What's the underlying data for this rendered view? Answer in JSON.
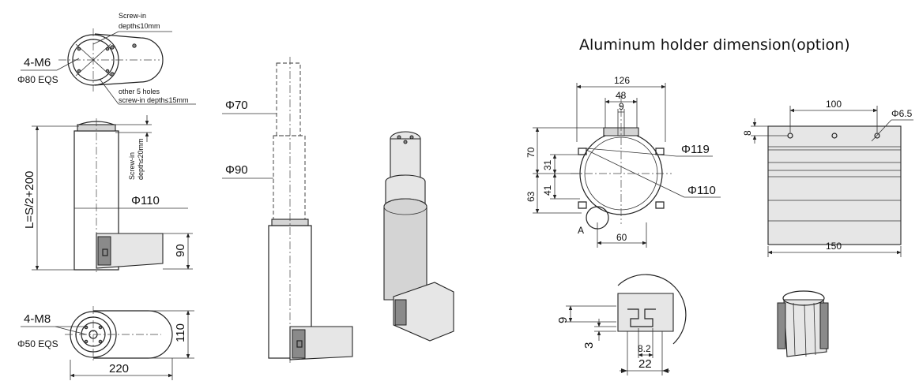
{
  "title": "Aluminum holder dimension(option)",
  "top_view": {
    "thread_label": "4-M6",
    "size_label": "Φ80  EQS",
    "note_top_line1": "Screw-in",
    "note_top_line2": "depth≤10mm",
    "note_bottom_line1": "other 5 holes",
    "note_bottom_line2": "screw-in depth≤15mm"
  },
  "side_view": {
    "length_label": "L=S/2+200",
    "diameter_label": "Φ110",
    "motor_height": "90",
    "note_line1": "Screw-in",
    "note_line2": "depth≤20mm"
  },
  "bottom_view": {
    "thread_label": "4-M8",
    "size_label": "Φ50  EQS",
    "height": "110",
    "width": "220"
  },
  "column": {
    "dia_top": "Φ70",
    "dia_mid": "Φ90"
  },
  "holder_section": {
    "width_outer": "126",
    "width_mid": "48",
    "width_slot": "9",
    "width_bottom": "60",
    "height_top": "70",
    "height_bottom": "63",
    "inner_top": "31",
    "inner_bottom": "41",
    "dia_outer": "Φ119",
    "dia_inner": "Φ110",
    "detail_marker": "A"
  },
  "holder_side": {
    "hole_spacing": "100",
    "hole_dia": "Φ6.5",
    "edge_offset": "8",
    "length": "150"
  },
  "detail_a": {
    "height_outer": "9",
    "height_inner": "3",
    "slot_width": "8.2",
    "total_width": "22"
  }
}
